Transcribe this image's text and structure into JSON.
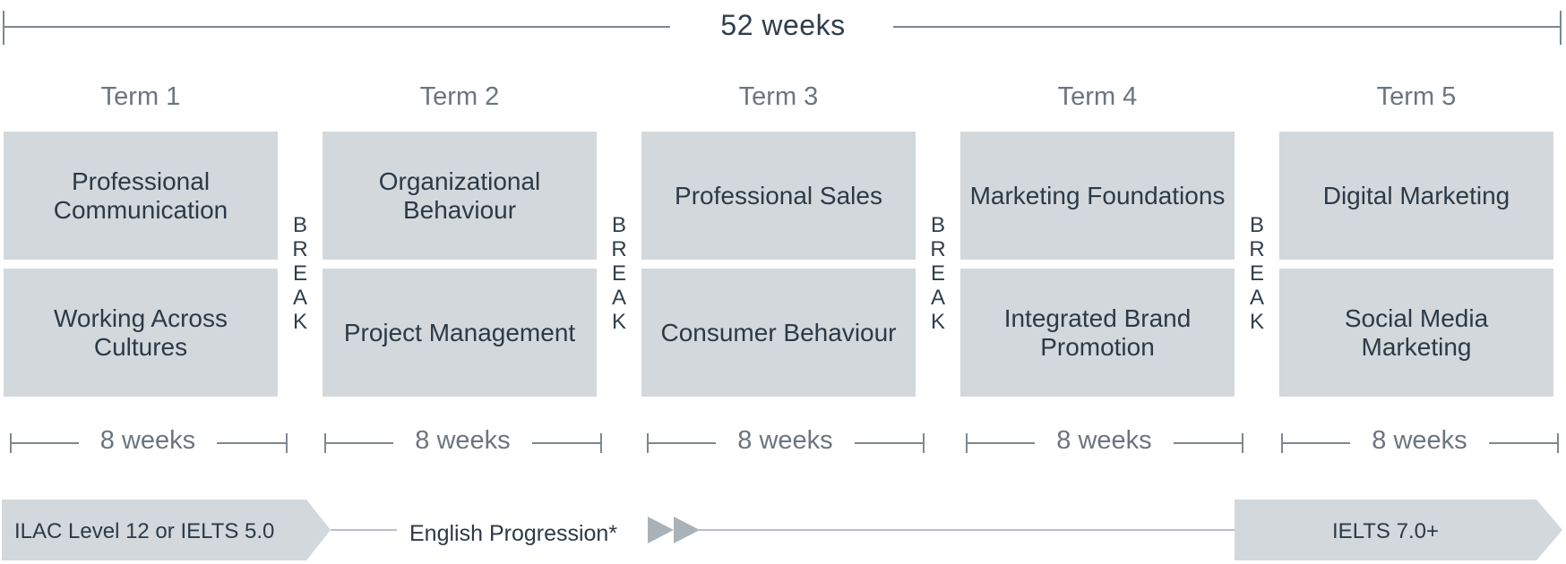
{
  "header": {
    "duration_label": "52 weeks"
  },
  "terms": [
    {
      "title": "Term 1",
      "courses": [
        "Professional Communication",
        "Working Across Cultures"
      ],
      "weeks": "8 weeks"
    },
    {
      "title": "Term 2",
      "courses": [
        "Organizational Behaviour",
        "Project Management"
      ],
      "weeks": "8 weeks"
    },
    {
      "title": "Term 3",
      "courses": [
        "Professional Sales",
        "Consumer Behaviour"
      ],
      "weeks": "8 weeks"
    },
    {
      "title": "Term 4",
      "courses": [
        "Marketing Foundations",
        "Integrated Brand Promotion"
      ],
      "weeks": "8 weeks"
    },
    {
      "title": "Term 5",
      "courses": [
        "Digital Marketing",
        "Social Media Marketing"
      ],
      "weeks": "8 weeks"
    }
  ],
  "break_letters": [
    "B",
    "R",
    "E",
    "A",
    "K"
  ],
  "progression": {
    "start_label": "ILAC Level 12 or IELTS 5.0",
    "middle_label": "English Progression*",
    "end_label": "IELTS 7.0+"
  },
  "colors": {
    "box": "#d3d8dc",
    "line": "#7d8790",
    "text_dark": "#2c3a47",
    "text_gray": "#6b7580"
  }
}
